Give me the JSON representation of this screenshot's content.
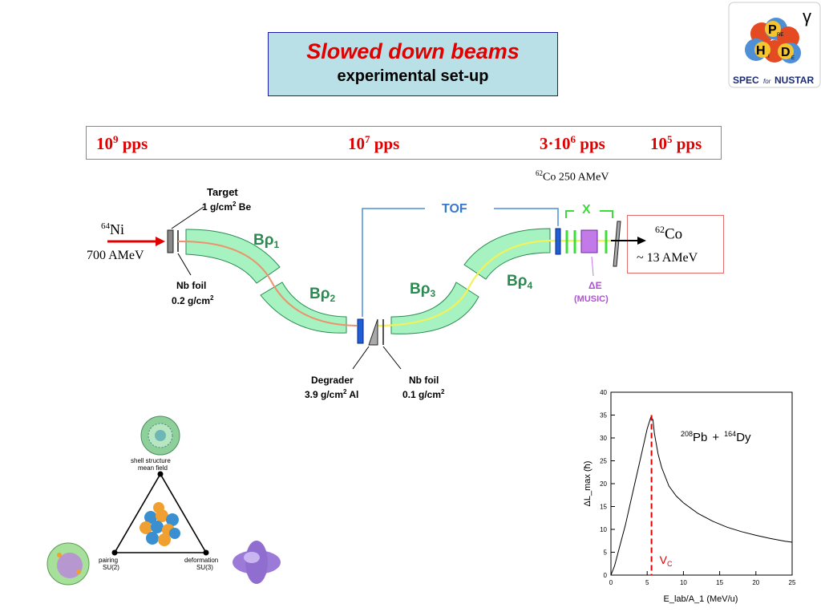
{
  "title": {
    "main": "Slowed down beams",
    "sub": "experimental set-up"
  },
  "logo": {
    "p": "P",
    "pre": "RE",
    "h": "H",
    "d": "D",
    "i": "I",
    "e": "E",
    "gamma": "γ",
    "tagline_a": "SPEC",
    "tagline_b": "for",
    "tagline_c": "NUSTAR"
  },
  "rates": [
    {
      "base": "10",
      "exp": "9",
      "unit": " pps"
    },
    {
      "base": "10",
      "exp": "7",
      "unit": " pps"
    },
    {
      "base": "3·10",
      "exp": "6",
      "unit": " pps"
    },
    {
      "base": "10",
      "exp": "5",
      "unit": " pps"
    }
  ],
  "setup": {
    "co_energy": {
      "mass": "62",
      "text": "Co 250 AMeV"
    },
    "beam_in": {
      "mass": "64",
      "element": "Ni",
      "energy": "700 AMeV"
    },
    "target": {
      "line1": "Target",
      "line2a": "1 g/cm",
      "line2exp": "2",
      "line2b": " Be"
    },
    "nb_foil_1": {
      "line1": "Nb foil",
      "line2a": "0.2 g/cm",
      "line2exp": "2"
    },
    "degrader": {
      "line1": "Degrader",
      "line2a": "3.9 g/cm",
      "line2exp": "2",
      "line2b": " Al"
    },
    "nb_foil_2": {
      "line1": "Nb foil",
      "line2a": "0.1 g/cm",
      "line2exp": "2"
    },
    "dipoles": [
      {
        "symbol": "Bρ",
        "sub": "1"
      },
      {
        "symbol": "Bρ",
        "sub": "2"
      },
      {
        "symbol": "Bρ",
        "sub": "3"
      },
      {
        "symbol": "Bρ",
        "sub": "4"
      }
    ],
    "tof": "TOF",
    "x": "X",
    "music": {
      "line1": "ΔE",
      "line2": "(MUSIC)"
    },
    "beam_out": {
      "mass": "62",
      "element": "Co",
      "energy": "~ 13 AMeV"
    }
  },
  "triangle": {
    "top": {
      "line1": "shell structure",
      "line2": "mean field"
    },
    "left": {
      "line1": "pairing",
      "line2": "SU(2)"
    },
    "right": {
      "line1": "deformation",
      "line2": "SU(3)"
    }
  },
  "chart_data": {
    "type": "line",
    "xlabel": "E_lab/A_1 (MeV/u)",
    "ylabel": "ΔL_max (ħ)",
    "xlim": [
      0,
      25
    ],
    "ylim": [
      0,
      40
    ],
    "xticks": [
      0,
      5,
      10,
      15,
      20,
      25
    ],
    "yticks": [
      0,
      5,
      10,
      15,
      20,
      25,
      30,
      35,
      40
    ],
    "reaction": {
      "a_mass": "208",
      "a_el": "Pb",
      "plus": "+",
      "b_mass": "164",
      "b_el": "Dy"
    },
    "series": [
      {
        "x": [
          0,
          0.5,
          1,
          2,
          3,
          4,
          5,
          5.5,
          5.8,
          6,
          6.5,
          7,
          8,
          9,
          10,
          12,
          14,
          16,
          18,
          20,
          22,
          24,
          25
        ],
        "y": [
          0,
          2,
          5,
          11,
          18,
          25,
          32,
          34.5,
          34,
          31,
          26.5,
          23.5,
          19.5,
          17.3,
          15.8,
          13.5,
          11.8,
          10.5,
          9.5,
          8.7,
          8.0,
          7.4,
          7.2
        ]
      }
    ],
    "marker": {
      "x": 5.6,
      "label": "V",
      "label_sub": "C",
      "color": "#e00000"
    },
    "grid": false,
    "legend": "none"
  }
}
